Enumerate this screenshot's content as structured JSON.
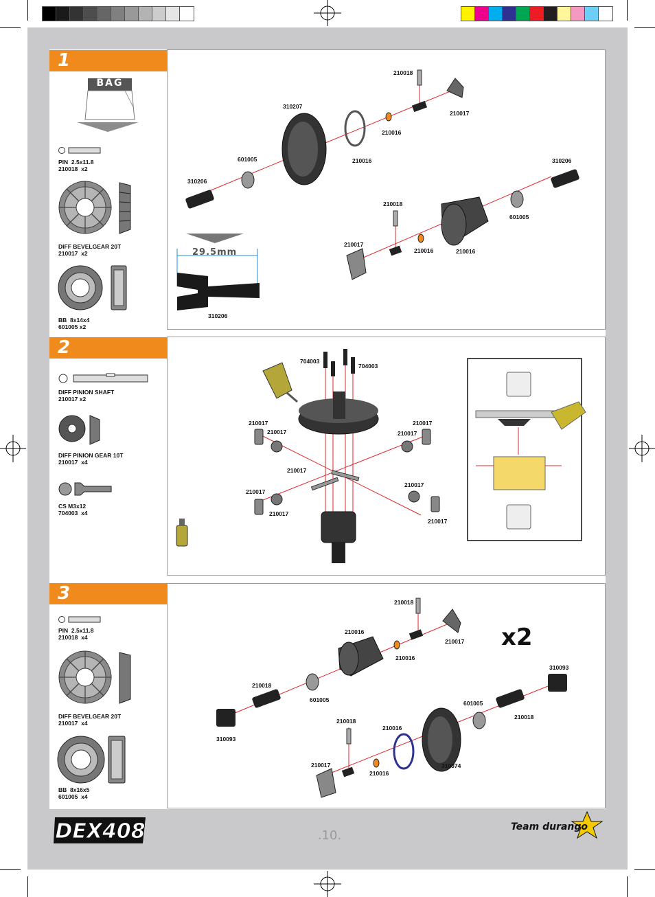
{
  "page_number": ".10.",
  "brand_logo_left": "DEX408",
  "brand_logo_right": "Team durango",
  "color_bar": {
    "greys": [
      "#000000",
      "#1a1a1a",
      "#333333",
      "#4d4d4d",
      "#666666",
      "#808080",
      "#999999",
      "#b3b3b3",
      "#cccccc",
      "#e6e6e6",
      "#ffffff"
    ],
    "colors": [
      "#fff200",
      "#ec008c",
      "#00aeef",
      "#2e3192",
      "#00a651",
      "#ed1c24",
      "#231f20",
      "#fff799",
      "#f49ac1",
      "#6dcff6",
      "#ffffff"
    ]
  },
  "steps": [
    {
      "number": "1",
      "bag_label": "BAG",
      "parts": [
        {
          "name": "PIN  2.5x11.8",
          "code": "210018  x2"
        },
        {
          "name": "DIFF BEVELGEAR 20T",
          "code": "210017  x2"
        },
        {
          "name": "BB  8x14x4",
          "code": "601005 x2"
        }
      ],
      "dimension": "29.5mm",
      "callouts": [
        "210018",
        "210017",
        "310207",
        "210016",
        "210016",
        "601005",
        "310206",
        "310206",
        "210018",
        "601005",
        "210017",
        "210016",
        "210016",
        "310206"
      ]
    },
    {
      "number": "2",
      "parts": [
        {
          "name": "DIFF PINION SHAFT",
          "code": "210017 x2"
        },
        {
          "name": "DIFF PINION GEAR 10T",
          "code": "210017  x4"
        },
        {
          "name": "CS M3x12",
          "code": "704003  x4"
        }
      ],
      "callouts": [
        "704003",
        "704003",
        "210017",
        "210017",
        "210017",
        "210017",
        "210017",
        "210017",
        "210017",
        "210017",
        "210017"
      ]
    },
    {
      "number": "3",
      "parts": [
        {
          "name": "PIN  2.5x11.8",
          "code": "210018  x4"
        },
        {
          "name": "DIFF BEVELGEAR 20T",
          "code": "210017  x4"
        },
        {
          "name": "BB  8x16x5",
          "code": "601005  x4"
        }
      ],
      "multiplier": "x2",
      "callouts": [
        "210018",
        "210016",
        "210017",
        "210016",
        "310093",
        "210018",
        "601005",
        "601005",
        "210018",
        "210018",
        "210016",
        "310093",
        "210017",
        "210016",
        "310074"
      ]
    }
  ]
}
